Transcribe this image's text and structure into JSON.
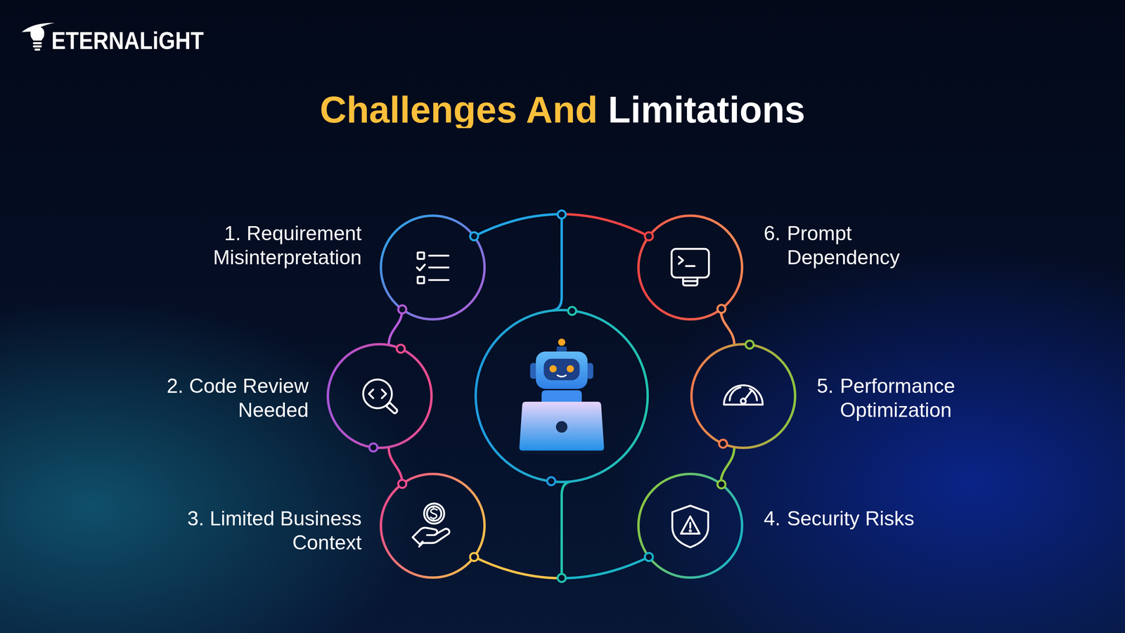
{
  "diagram": {
    "title": "Challenges And Limitations",
    "nodes": [
      {
        "text": [
          "1.",
          "Requirement Misinterpretation"
        ]
      },
      {
        "text": [
          "2.",
          "Code Review Needed"
        ]
      },
      {
        "text": [
          "3.",
          "Limited Business Context"
        ]
      },
      {
        "text": [
          "4.",
          "Security Risks"
        ]
      },
      {
        "text": [
          "5.",
          "Performance Optimization"
        ]
      },
      {
        "text": [
          "6.",
          "Prompt Dependency"
        ]
      }
    ],
    "edges": [
      {
        "from": 0,
        "to": 1,
        "arrow": "none"
      },
      {
        "from": 1,
        "to": 2,
        "arrow": "none"
      },
      {
        "from": 2,
        "to": 3,
        "arrow": "none"
      },
      {
        "from": 3,
        "to": 4,
        "arrow": "none"
      },
      {
        "from": 4,
        "to": 5,
        "arrow": "none"
      },
      {
        "from": 5,
        "to": 0,
        "arrow": "none"
      }
    ],
    "labels": [
      "ETERNALiGHT"
    ]
  }
}
